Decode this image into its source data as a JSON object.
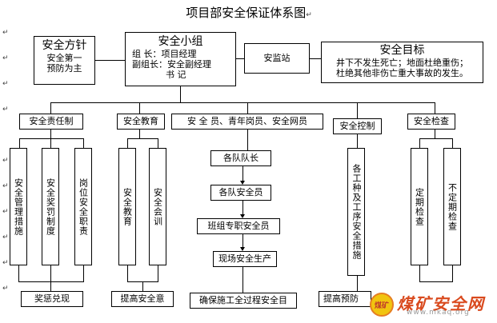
{
  "title": "项目部安全保证体系图",
  "pilcrow": "↵",
  "top": {
    "policy": {
      "title": "安全方针",
      "lines": [
        "安全第一",
        "预防为主"
      ]
    },
    "group": {
      "title": "安全小组",
      "lines": [
        "组  长：项目经理",
        "副组长：安全副经理",
        "书  记"
      ]
    },
    "station": "安监站",
    "goal": {
      "title": "安全目标",
      "lines": [
        "井下不发生死亡；地面杜绝重伤；",
        "杜绝其他非伤亡重大事故的发生。"
      ]
    }
  },
  "categories": [
    "安全责任制",
    "安全教育",
    "安 全 员、青年岗员、安全网员",
    "安全控制",
    "安全检查"
  ],
  "responsibility_items": [
    "安全管理措施",
    "安全奖罚制度",
    "岗位安全职责"
  ],
  "education_items": [
    "安全教育",
    "安全会训"
  ],
  "chain": [
    "各队队长",
    "各队安全员",
    "班组专职安全员",
    "现场安全生产"
  ],
  "control_item": "各工种及工序安全措施",
  "inspection_items": [
    "定期检查",
    "不定期检查"
  ],
  "bottom": [
    "奖惩兑现",
    "提高安全意",
    "确保施工全过程安全目",
    "提高预防"
  ],
  "watermark": {
    "text": "煤矿安全网",
    "url": "www.mkaq.org",
    "logo": "煤矿"
  }
}
